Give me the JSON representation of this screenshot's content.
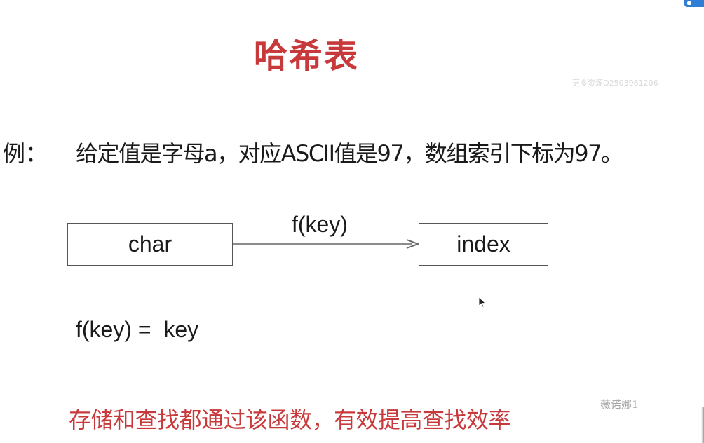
{
  "slide": {
    "title": "哈希表",
    "watermark": "更多资源Q2503961206",
    "example_label": "例：",
    "example_text": "给定值是字母a，对应ASCII值是97，数组索引下标为97。",
    "diagram": {
      "source_box": "char",
      "target_box": "index",
      "arrow_label": "f(key)"
    },
    "formula": "f(key) =  key",
    "conclusion": "存储和查找都通过该函数，有效提高查找效率",
    "signature": "薇诺娜1"
  },
  "colors": {
    "title": "#c8393b",
    "conclusion": "#c8393b",
    "text": "#1a1a1a",
    "box_border": "#555555",
    "arrow": "#666666",
    "badge": "#2f7fd6"
  },
  "icons": {
    "arrow": "arrow-right-icon",
    "cursor": "mouse-cursor-icon"
  }
}
